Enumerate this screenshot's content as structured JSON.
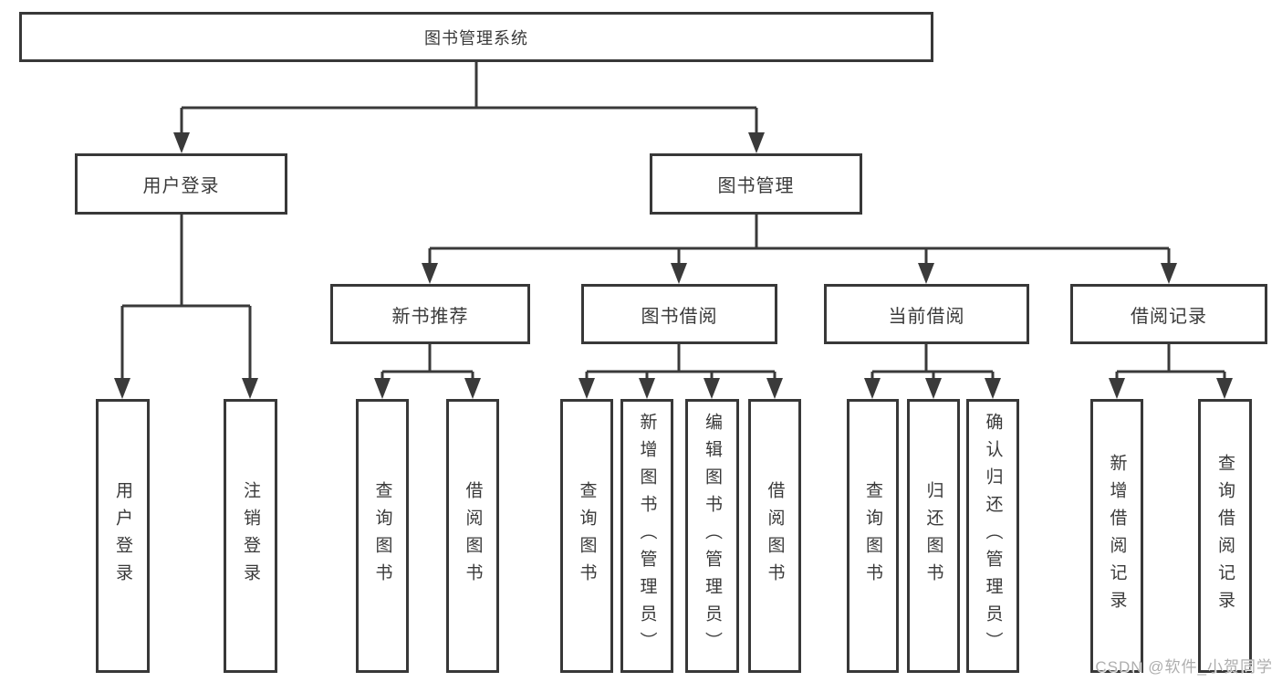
{
  "diagram": {
    "type": "feature-tree",
    "title": "图书管理系统",
    "watermark": "CSDN @软件_小贺同学",
    "colors": {
      "background": "#ffffff",
      "line": "#3a3a3a",
      "box_border": "#383838",
      "box_fill": "#ffffff",
      "text": "#3a3a3a",
      "watermark_text": "#aeaeae"
    },
    "nodes": {
      "root": {
        "label": "图书管理系统"
      },
      "user_login": {
        "label": "用户登录"
      },
      "book_management": {
        "label": "图书管理"
      },
      "new_book_recommend": {
        "label": "新书推荐"
      },
      "book_borrowing": {
        "label": "图书借阅"
      },
      "current_borrowing": {
        "label": "当前借阅"
      },
      "borrowing_records": {
        "label": "借阅记录"
      },
      "leaf_user_login": {
        "label": "用户登录"
      },
      "leaf_logout": {
        "label": "注销登录"
      },
      "leaf_query_books_rec": {
        "label": "查询图书"
      },
      "leaf_borrow_books_rec": {
        "label": "借阅图书"
      },
      "leaf_query_books_bor": {
        "label": "查询图书"
      },
      "leaf_add_books_admin": {
        "label": "新增图书（管理员）"
      },
      "leaf_edit_books_admin": {
        "label": "编辑图书（管理员）"
      },
      "leaf_borrow_books_bor": {
        "label": "借阅图书"
      },
      "leaf_query_books_cur": {
        "label": "查询图书"
      },
      "leaf_return_books": {
        "label": "归还图书"
      },
      "leaf_confirm_return_admin": {
        "label": "确认归还（管理员）"
      },
      "leaf_add_borrow_record": {
        "label": "新增借阅记录"
      },
      "leaf_query_borrow_record": {
        "label": "查询借阅记录"
      }
    },
    "hierarchy": {
      "图书管理系统": [
        "用户登录",
        "图书管理"
      ],
      "用户登录": [
        "用户登录",
        "注销登录"
      ],
      "图书管理": [
        "新书推荐",
        "图书借阅",
        "当前借阅",
        "借阅记录"
      ],
      "新书推荐": [
        "查询图书",
        "借阅图书"
      ],
      "图书借阅": [
        "查询图书",
        "新增图书（管理员）",
        "编辑图书（管理员）",
        "借阅图书"
      ],
      "当前借阅": [
        "查询图书",
        "归还图书",
        "确认归还（管理员）"
      ],
      "借阅记录": [
        "新增借阅记录",
        "查询借阅记录"
      ]
    }
  }
}
